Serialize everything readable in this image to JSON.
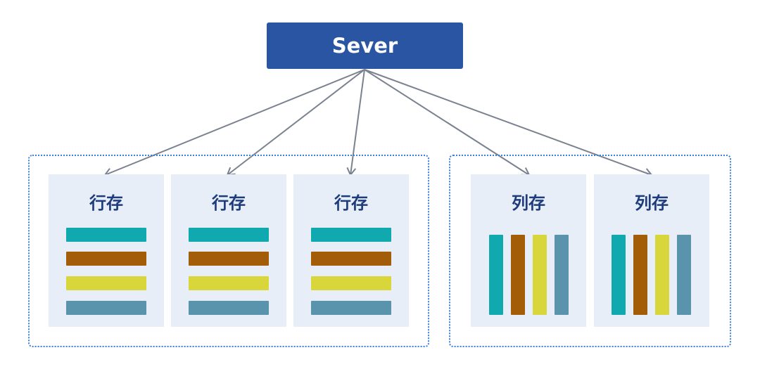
{
  "server": {
    "label": "Sever"
  },
  "row_cards": [
    {
      "title": "行存"
    },
    {
      "title": "行存"
    },
    {
      "title": "行存"
    }
  ],
  "col_cards": [
    {
      "title": "列存"
    },
    {
      "title": "列存"
    }
  ],
  "colors": {
    "server_fill": "#2a55a3",
    "group_border": "#3b7fd8",
    "card_fill": "#e8eef8",
    "title_text": "#1e3c7c",
    "arrow": "#7a8290",
    "bar_teal": "#10a9b0",
    "bar_brown": "#a35c08",
    "bar_yellow": "#d9d63b",
    "bar_steel": "#5a93ac"
  }
}
